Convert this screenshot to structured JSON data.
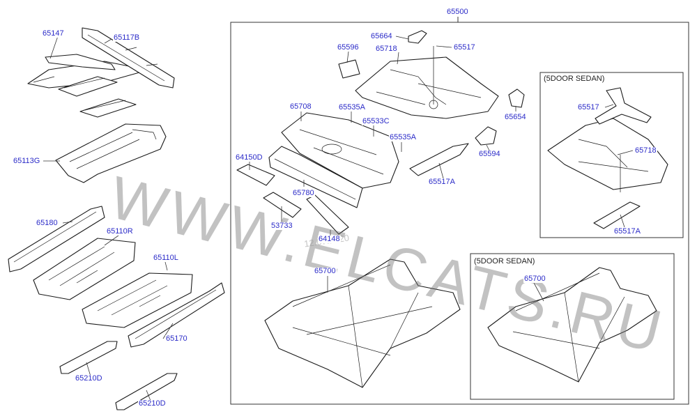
{
  "labels": {
    "p65500": "65500",
    "p65147": "65147",
    "p65117B": "65117B",
    "p65113G": "65113G",
    "p65180": "65180",
    "p65110R": "65110R",
    "p65110L": "65110L",
    "p65170": "65170",
    "p65210D_1": "65210D",
    "p65210D_2": "65210D",
    "p65664": "65664",
    "p65596": "65596",
    "p65718": "65718",
    "p65517": "65517",
    "p65708": "65708",
    "p65535A_1": "65535A",
    "p65533C": "65533C",
    "p65535A_2": "65535A",
    "p65654": "65654",
    "p65594": "65594",
    "p65517A": "65517A",
    "p64150D": "64150D",
    "p65780": "65780",
    "p53733": "53733",
    "p64148": "64148",
    "p65700": "65700",
    "sedan_top_65517": "65517",
    "sedan_top_65718": "65718",
    "sedan_top_65517A": "65517A",
    "sedan_bottom_65700": "65700"
  },
  "boxes": {
    "sedan_top_title": "(5DOOR SEDAN)",
    "sedan_bottom_title": "(5DOOR SEDAN)"
  },
  "overlay": {
    "watermark": "WWW.ELCATS.RU",
    "stamp": "12.07.2020"
  },
  "colors": {
    "callout": "#2b2bc8",
    "line": "#1a1a1a",
    "watermark": "#6e6e6e"
  }
}
